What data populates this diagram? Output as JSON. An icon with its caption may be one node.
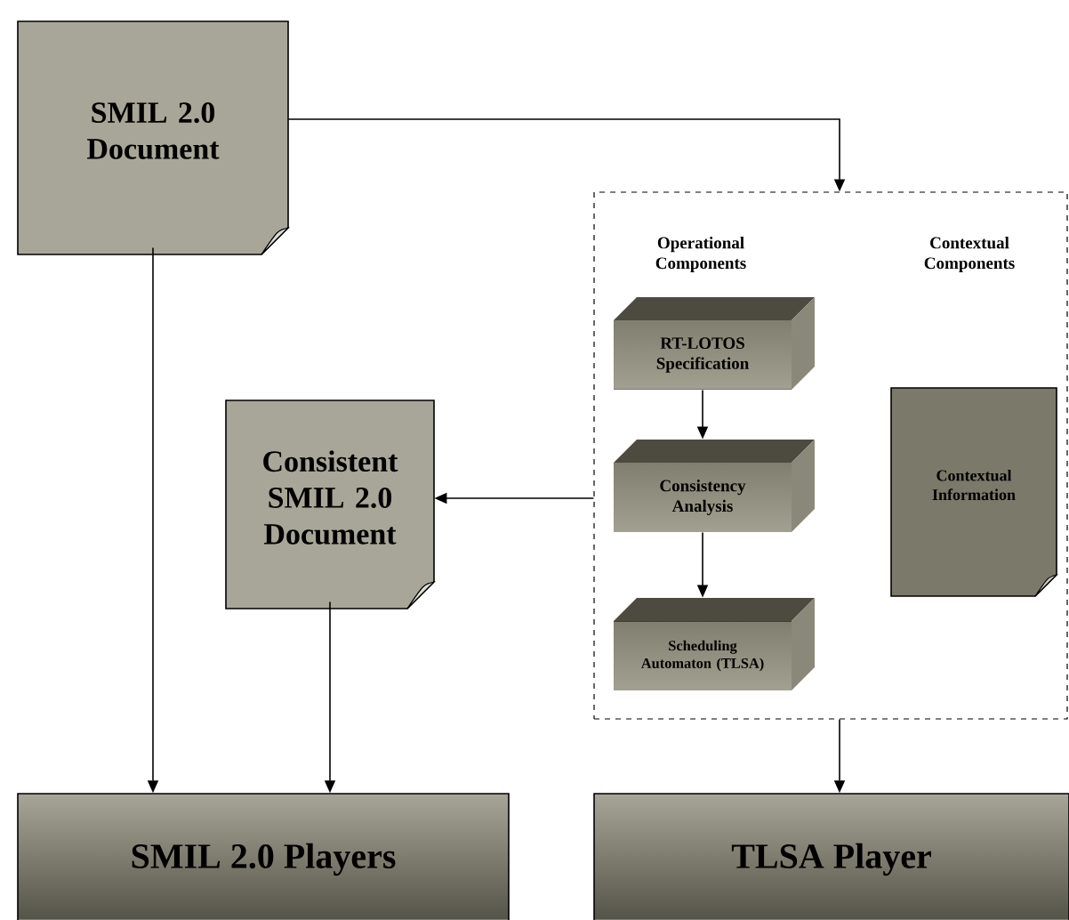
{
  "diagram": {
    "nodes": [
      {
        "text": [
          "SMIL 2.0 Document"
        ]
      },
      {
        "text": [
          "Operational Components",
          "Contextual Components"
        ]
      },
      {
        "text": [
          "RT-LOTOS Specification"
        ],
        "in": 1
      },
      {
        "text": [
          "Consistency Analysis"
        ],
        "in": 1
      },
      {
        "text": [
          "Scheduling Automaton (TLSA)"
        ],
        "in": 1
      },
      {
        "text": [
          "Contextual Information"
        ],
        "in": 1
      },
      {
        "text": [
          "Consistent SMIL 2.0 Document"
        ]
      },
      {
        "text": [
          "SMIL 2.0 Players"
        ]
      },
      {
        "text": [
          "TLSA Player"
        ]
      }
    ],
    "edges": [
      {
        "from": 0,
        "to": 1,
        "arrow": "to"
      },
      {
        "from": 2,
        "to": 3,
        "arrow": "to"
      },
      {
        "from": 3,
        "to": 4,
        "arrow": "to"
      },
      {
        "from": 1,
        "to": 6,
        "arrow": "to"
      },
      {
        "from": 0,
        "to": 7,
        "arrow": "to"
      },
      {
        "from": 6,
        "to": 7,
        "arrow": "to"
      },
      {
        "from": 1,
        "to": 8,
        "arrow": "to"
      }
    ]
  }
}
